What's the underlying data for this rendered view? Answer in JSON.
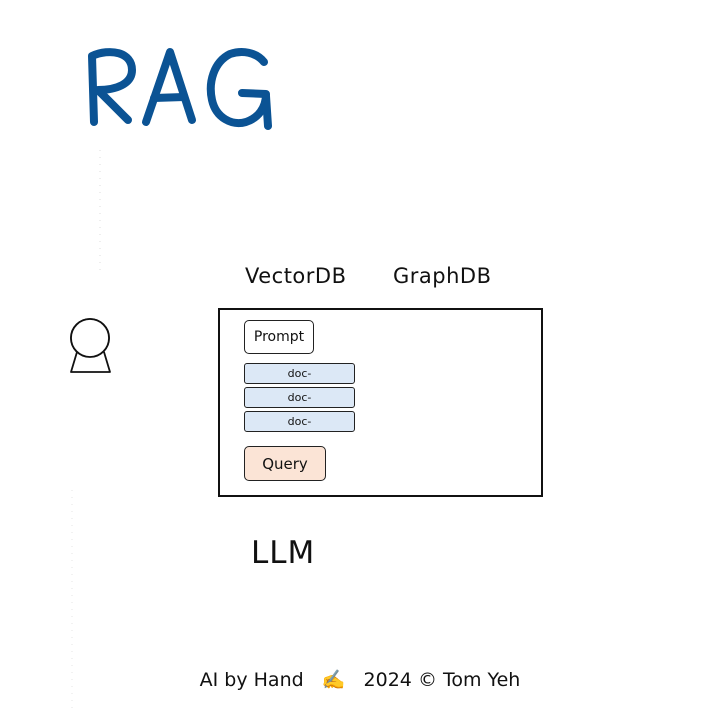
{
  "title": "RAG",
  "title_color": "#0b5394",
  "databases": {
    "vector": "VectorDB",
    "graph": "GraphDB"
  },
  "person_icon": "person-icon",
  "context": {
    "prompt_label": "Prompt",
    "docs": [
      "doc-",
      "doc-",
      "doc-"
    ],
    "query_label": "Query",
    "doc_color": "#dce8f6",
    "query_color": "#fbe4d6"
  },
  "llm_label": "LLM",
  "footer": {
    "part1": "AI by Hand",
    "emoji": "✍️",
    "part2": "2024 © Tom Yeh"
  }
}
